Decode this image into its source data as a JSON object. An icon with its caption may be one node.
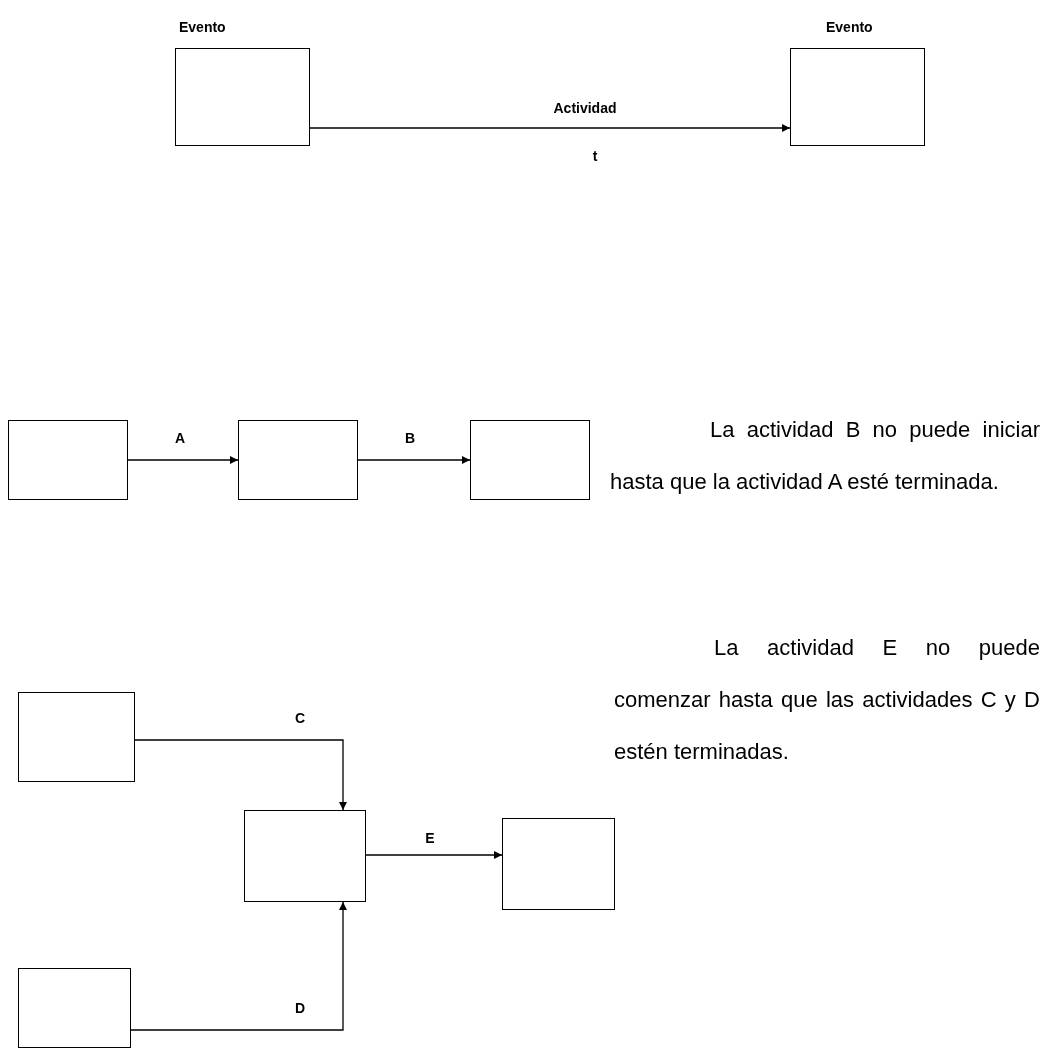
{
  "diagram": {
    "nodes": [
      {
        "text": [
          "Evento"
        ]
      },
      {
        "text": [
          "Evento"
        ]
      },
      {
        "text": [],
        "shape": "box"
      },
      {
        "text": [],
        "shape": "box"
      },
      {
        "text": [],
        "shape": "box"
      },
      {
        "text": [],
        "shape": "box"
      },
      {
        "text": [],
        "shape": "box"
      },
      {
        "text": [],
        "shape": "box"
      },
      {
        "text": [],
        "shape": "box"
      }
    ],
    "edges": [
      {
        "from": 0,
        "to": 1,
        "arrow": "to",
        "label": "Actividad"
      },
      {
        "from": 2,
        "to": 3,
        "arrow": "to",
        "label": "A"
      },
      {
        "from": 3,
        "to": 4,
        "arrow": "to",
        "label": "B"
      },
      {
        "from": 5,
        "to": 6,
        "arrow": "to",
        "label": "C"
      },
      {
        "from": 8,
        "to": 6,
        "arrow": "to",
        "label": "D"
      },
      {
        "from": 6,
        "to": 7,
        "arrow": "to",
        "label": "E"
      }
    ],
    "labels": [
      "t",
      "La actividad B no puede iniciar hasta que la actividad A esté terminada.",
      "La actividad E no puede comenzar hasta que las actividades C y D estén terminadas."
    ]
  }
}
